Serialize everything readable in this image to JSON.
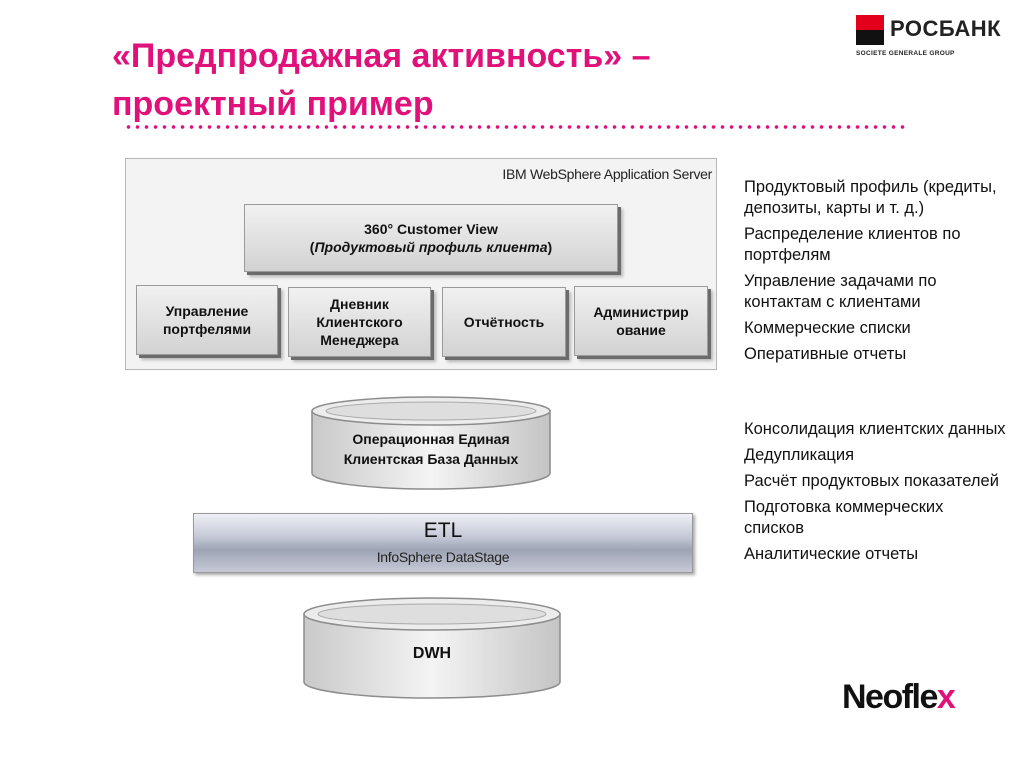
{
  "title": {
    "line1": "«Предпродажная активность» –",
    "line2": "проектный пример"
  },
  "brand": {
    "name": "РОСБАНК",
    "subtitle": "SOCIETE GENERALE GROUP",
    "partner_prefix": "Neofle",
    "partner_suffix": "x",
    "colors": {
      "accent": "#e0117a",
      "rosbank_red": "#e2001a"
    }
  },
  "diagram": {
    "server_label": "IBM WebSphere Application Server",
    "customer_view": {
      "line1": "360° Customer View",
      "line2_open": "(",
      "line2_italic": "Продуктовый профиль клиента",
      "line2_close": ")"
    },
    "modules": [
      {
        "line1": "Управление",
        "line2": "портфелями",
        "line3": ""
      },
      {
        "line1": "Дневник",
        "line2": "Клиентского",
        "line3": "Менеджера"
      },
      {
        "line1": "Отчётность",
        "line2": "",
        "line3": ""
      },
      {
        "line1": "Администрир",
        "line2": "ование",
        "line3": ""
      }
    ],
    "db": {
      "line1": "Операционная Единая",
      "line2": "Клиентская База Данных"
    },
    "etl": {
      "title": "ETL",
      "subtitle": "InfoSphere DataStage"
    },
    "dwh": {
      "label": "DWH"
    }
  },
  "features": {
    "top": [
      "Продуктовый профиль (кредиты, депозиты, карты и т. д.)",
      "Распределение клиентов по портфелям",
      "Управление задачами по контактам с клиентами",
      "Коммерческие списки",
      "Оперативные отчеты"
    ],
    "bottom": [
      "Консолидация клиентских данных",
      "Дедупликация",
      "Расчёт продуктовых показателей",
      "Подготовка коммерческих списков",
      "Аналитические отчеты"
    ]
  }
}
